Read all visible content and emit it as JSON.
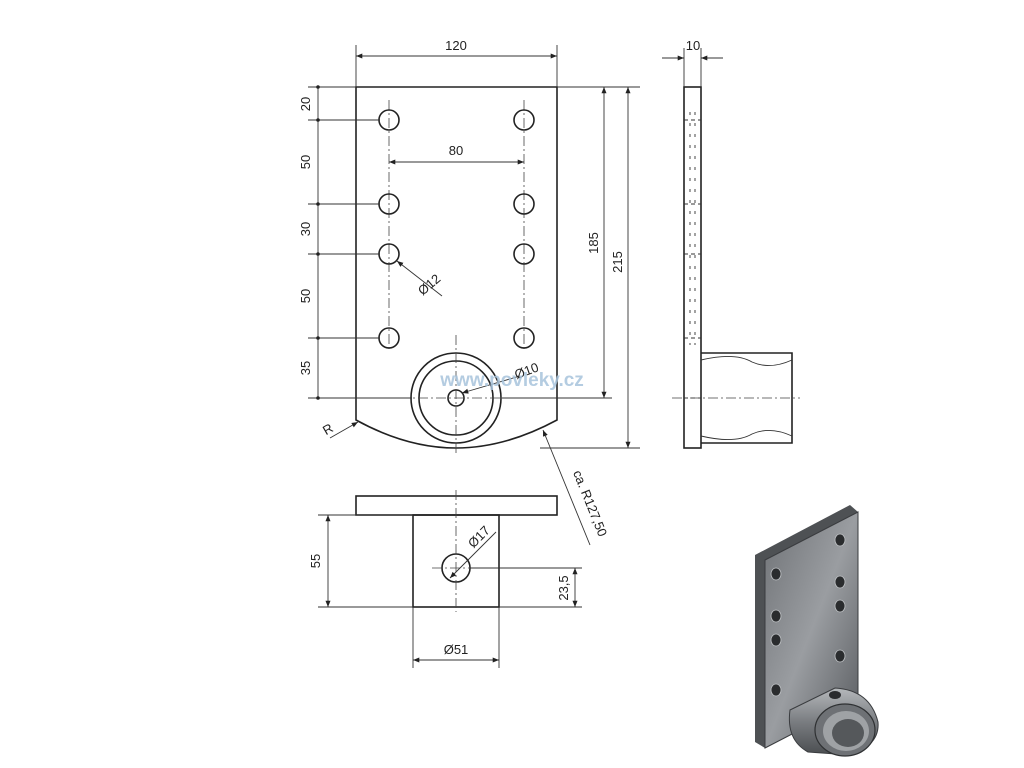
{
  "dimensions": {
    "width_120": "120",
    "thickness_10": "10",
    "hole_spacing_80": "80",
    "height_185": "185",
    "height_215": "215",
    "v_20": "20",
    "v_50a": "50",
    "v_30": "30",
    "v_50b": "50",
    "v_35": "35",
    "hole_dia_12": "Ø12",
    "bore_dia_10": "Ø10",
    "radius_r": "R",
    "radius_127": "ca. R127,50",
    "tube_len_55": "55",
    "cross_hole_17": "Ø17",
    "cross_hole_pos_23": "23,5",
    "tube_dia_51": "Ø51"
  },
  "watermark": "www.povleky.cz",
  "colors": {
    "line": "#222222",
    "watermark": "#a8c4dc",
    "metal": "#8a8d90"
  }
}
